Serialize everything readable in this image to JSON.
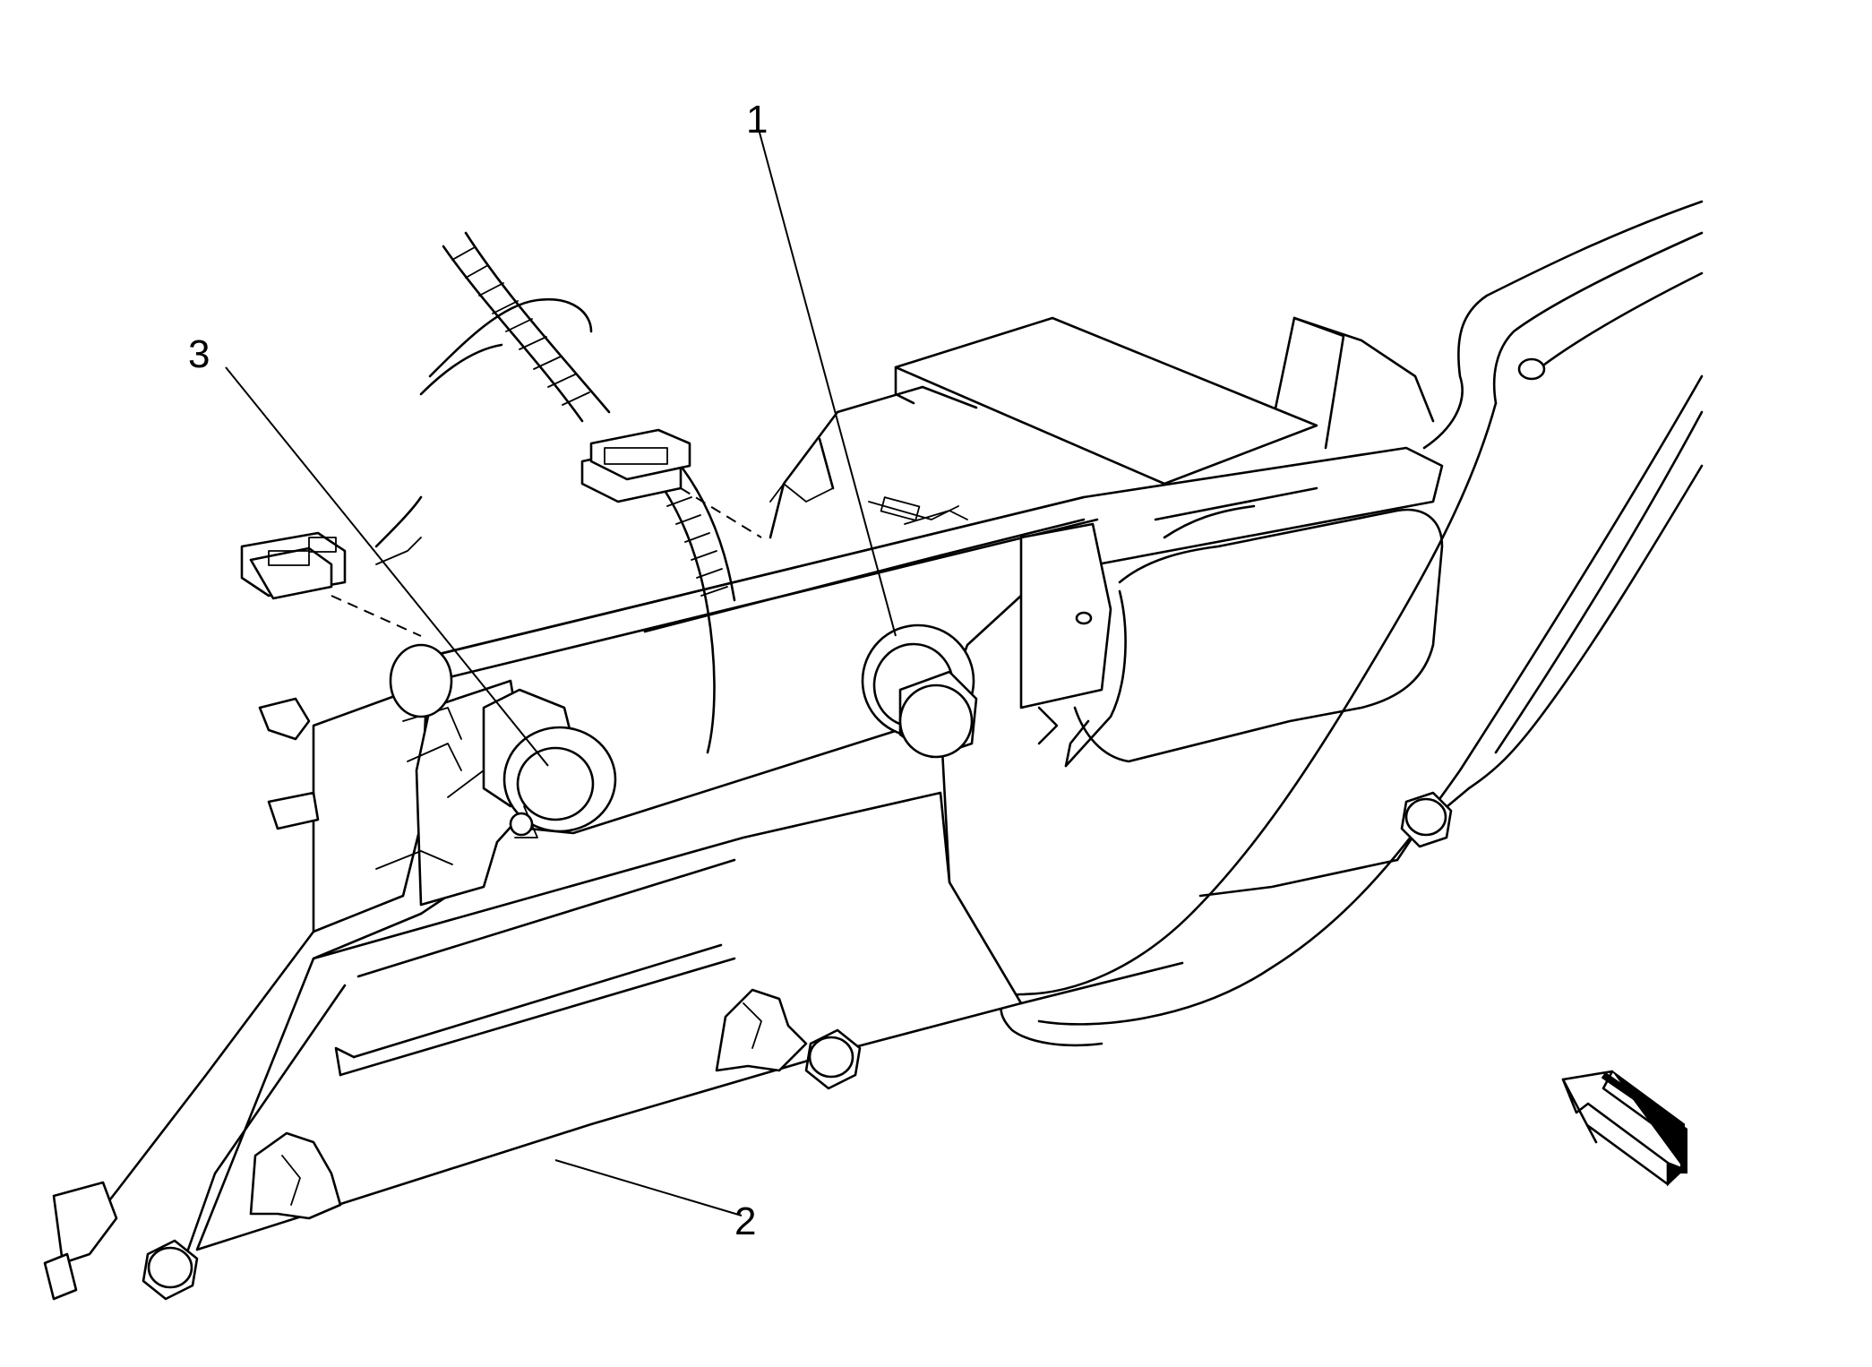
{
  "callouts": [
    {
      "id": "1",
      "label": "1"
    },
    {
      "id": "2",
      "label": "2"
    },
    {
      "id": "3",
      "label": "3"
    }
  ],
  "colors": {
    "line": "#000000",
    "background": "#ffffff"
  },
  "icons": {
    "view_direction": "view-direction-arrow-icon"
  }
}
